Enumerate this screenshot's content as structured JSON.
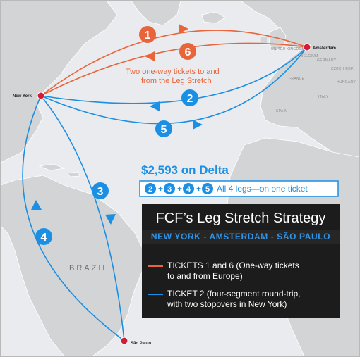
{
  "map": {
    "cities": [
      {
        "id": "new-york",
        "label": "New York"
      },
      {
        "id": "amsterdam",
        "label": "Amsterdam"
      },
      {
        "id": "sao-paulo",
        "label": "São Paulo"
      }
    ],
    "region_label": "BRAZIL",
    "country_labels": [
      "UNITED KINGDOM",
      "BELGIUM",
      "GERMANY",
      "CZECH REP.",
      "FRANCE",
      "SPAIN",
      "ITALY",
      "HUNGARY"
    ],
    "route_colors": {
      "ticket_1_6": "#e8643a",
      "ticket_2": "#1b8fe3",
      "city_marker": "#d11d35"
    },
    "legs": [
      {
        "number": "1",
        "ticket": "ticket_1_6",
        "from": "New York",
        "to": "Amsterdam"
      },
      {
        "number": "6",
        "ticket": "ticket_1_6",
        "from": "Amsterdam",
        "to": "New York"
      },
      {
        "number": "2",
        "ticket": "ticket_2",
        "from": "Amsterdam",
        "to": "New York"
      },
      {
        "number": "5",
        "ticket": "ticket_2",
        "from": "New York",
        "to": "Amsterdam"
      },
      {
        "number": "3",
        "ticket": "ticket_2",
        "from": "New York",
        "to": "São Paulo"
      },
      {
        "number": "4",
        "ticket": "ticket_2",
        "from": "São Paulo",
        "to": "New York"
      }
    ],
    "orange_note_line1": "Two one-way tickets to and",
    "orange_note_line2": "from the Leg Stretch",
    "price_label": "$2,593 on Delta",
    "combo_numbers": [
      "2",
      "3",
      "4",
      "5"
    ],
    "combo_text": "All 4 legs—on one ticket"
  },
  "legend": {
    "title": "FCF’s Leg Stretch Strategy",
    "subtitle": "NEW YORK - AMSTERDAM - SÃO PAULO",
    "items": [
      {
        "color": "#e8643a",
        "line1": "TICKETS 1 and 6 (One-way tickets",
        "line2": "to and from Europe)"
      },
      {
        "color": "#1b8fe3",
        "line1": "TICKET 2 (four-segment round-trip,",
        "line2": "with two stopovers in New York)"
      }
    ]
  }
}
